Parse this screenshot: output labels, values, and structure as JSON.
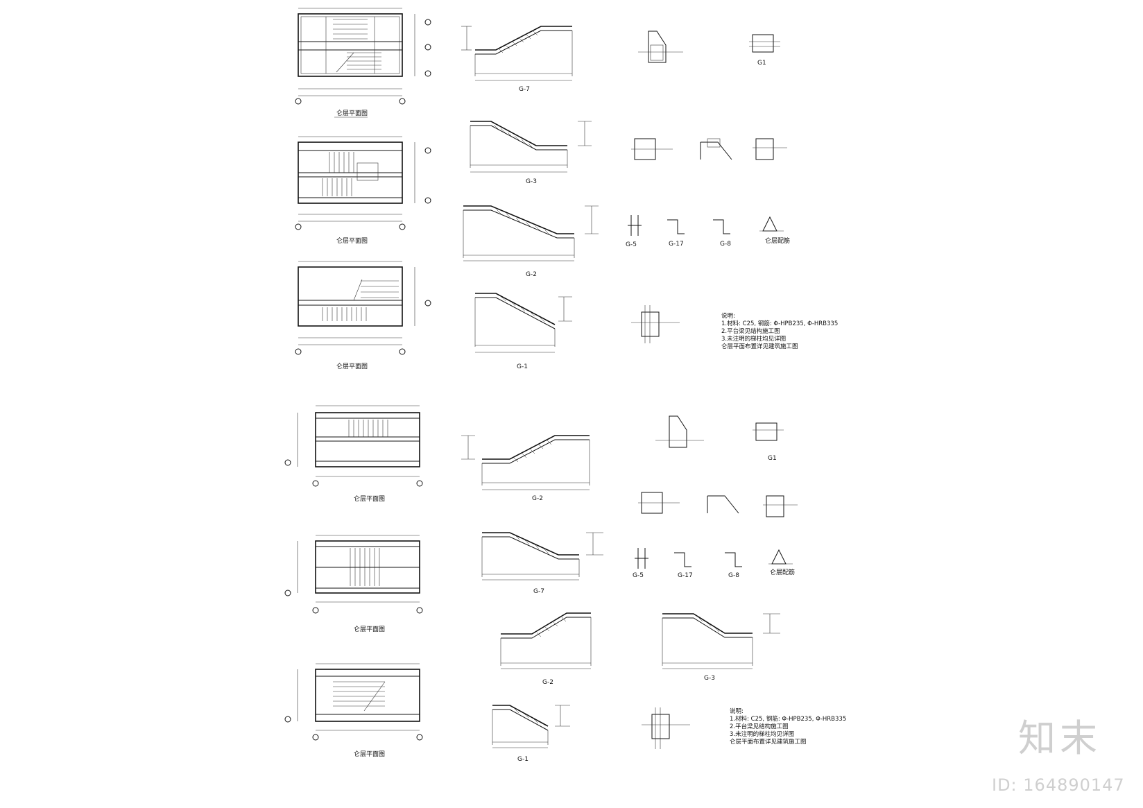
{
  "plans": [
    {
      "label": "仑层平面图"
    },
    {
      "label": "仑层平面图"
    },
    {
      "label": "仑层平面图"
    },
    {
      "label": "仑层平面图"
    },
    {
      "label": "仑层平面图"
    },
    {
      "label": "仑层平面图"
    }
  ],
  "sections": [
    {
      "label": "G-7"
    },
    {
      "label": "G-3"
    },
    {
      "label": "G-2"
    },
    {
      "label": "G-1"
    },
    {
      "label": "G-2"
    },
    {
      "label": "G-7"
    },
    {
      "label": "G-2"
    },
    {
      "label": "G-3"
    },
    {
      "label": "G-1"
    }
  ],
  "details": {
    "top": [
      "G1",
      "G-5",
      "G-17",
      "G-8",
      "仑层配筋"
    ],
    "bottom": [
      "G1",
      "G-5",
      "G-17",
      "G-8",
      "仑层配筋"
    ]
  },
  "notes": {
    "top": [
      "说明:",
      "1.材料: C25, 钢筋: Φ-HPB235, Φ-HRB335",
      "2.平台梁见结构施工图",
      "3.未注明的梯柱均见详图",
      "仑层平面布置详见建筑施工图"
    ],
    "bottom": [
      "说明:",
      "1.材料: C25, 钢筋: Φ-HPB235, Φ-HRB335",
      "2.平台梁见结构施工图",
      "3.未注明的梯柱均见详图",
      "仑层平面布置详见建筑施工图"
    ]
  },
  "watermark": {
    "logo": "知末",
    "id": "ID: 164890147"
  }
}
